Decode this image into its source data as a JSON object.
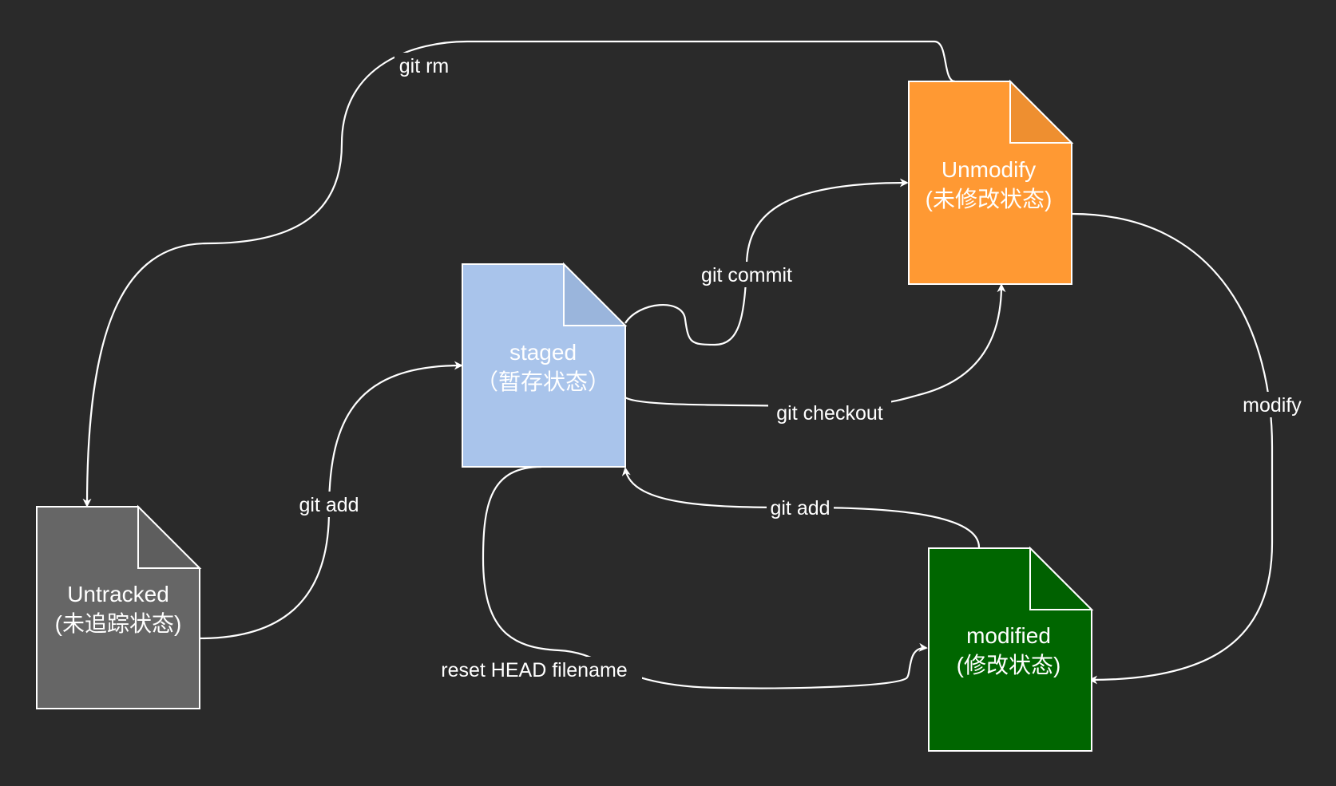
{
  "diagram": {
    "background": "#2a2a2a",
    "nodes": {
      "untracked": {
        "line1": "Untracked",
        "line2": "(未追踪状态)",
        "fill": "#666666",
        "fold_fill": "#5e5e5e",
        "text_color": "#ffffff"
      },
      "staged": {
        "line1": "staged",
        "line2": "（暂存状态）",
        "fill": "#a9c4eb",
        "fold_fill": "#9ab5dc",
        "text_color": "#ffffff"
      },
      "unmodify": {
        "line1": "Unmodify",
        "line2": "(未修改状态)",
        "fill": "#ff9933",
        "fold_fill": "#ee8f30",
        "text_color": "#ffffff"
      },
      "modified": {
        "line1": "modified",
        "line2": "(修改状态)",
        "fill": "#006600",
        "fold_fill": "#006100",
        "text_color": "#ffffff"
      }
    },
    "edges": {
      "git_rm": "git rm",
      "git_add_untracked": "git add",
      "git_commit": "git commit",
      "git_checkout": "git checkout",
      "modify": "modify",
      "git_add_modified": "git add",
      "reset_head": "reset HEAD filename"
    }
  }
}
